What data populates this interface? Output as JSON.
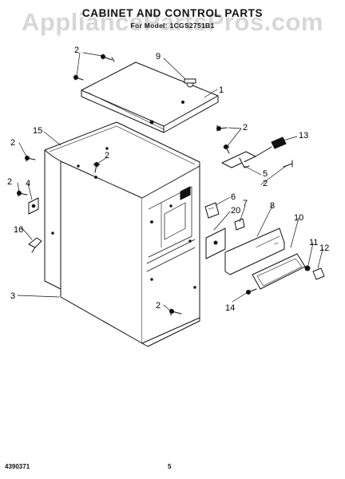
{
  "header": {
    "title": "CABINET AND CONTROL PARTS",
    "subtitle": "For Model: 1CGS2751B1",
    "watermark": "AppliancePartsPros.com"
  },
  "callouts": {
    "c1": "1",
    "c2a": "2",
    "c2b": "2",
    "c2c": "2",
    "c2d": "2",
    "c2e": "2",
    "c2f": "2",
    "c2g": "2",
    "c3": "3",
    "c4": "4",
    "c5": "5",
    "c6": "6",
    "c7": "7",
    "c8": "8",
    "c9": "9",
    "c10": "10",
    "c11": "11",
    "c12": "12",
    "c13": "13",
    "c14": "14",
    "c15": "15",
    "c16": "16",
    "c20": "20"
  },
  "footer": {
    "doc_number": "4390371",
    "page_number": "5"
  }
}
